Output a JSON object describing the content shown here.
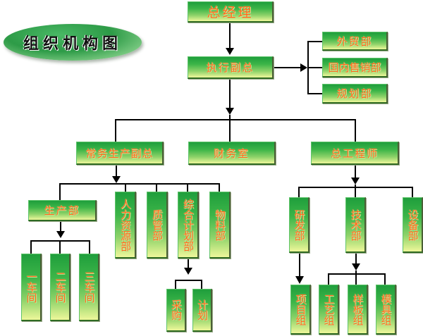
{
  "title": "组织机构图",
  "colors": {
    "box_top": "#1f9e3c",
    "box_bottom": "#eef79a",
    "text": "#ff6a1a",
    "line": "#000000"
  },
  "nodes": {
    "gm": "总经理",
    "exec_vp": "执行副总",
    "foreign_trade": "外贸部",
    "domestic_sales": "国内售销部",
    "planning_dept": "规划部",
    "prod_vp": "常务生产副总",
    "finance": "财务室",
    "chief_engineer": "总工程师",
    "production": "生产部",
    "hr": "人力资源部",
    "qc": "质管部",
    "general_planning": "综合计划部",
    "materials": "物料部",
    "workshop1": "一车间",
    "workshop2": "二车间",
    "workshop3": "三车间",
    "purchasing": "采购",
    "plan": "计划",
    "rnd": "研发部",
    "tech": "技术部",
    "equipment": "设备部",
    "project_group": "项目组",
    "process_group": "工艺组",
    "sample_group": "样板组",
    "mold_group": "模具组"
  }
}
